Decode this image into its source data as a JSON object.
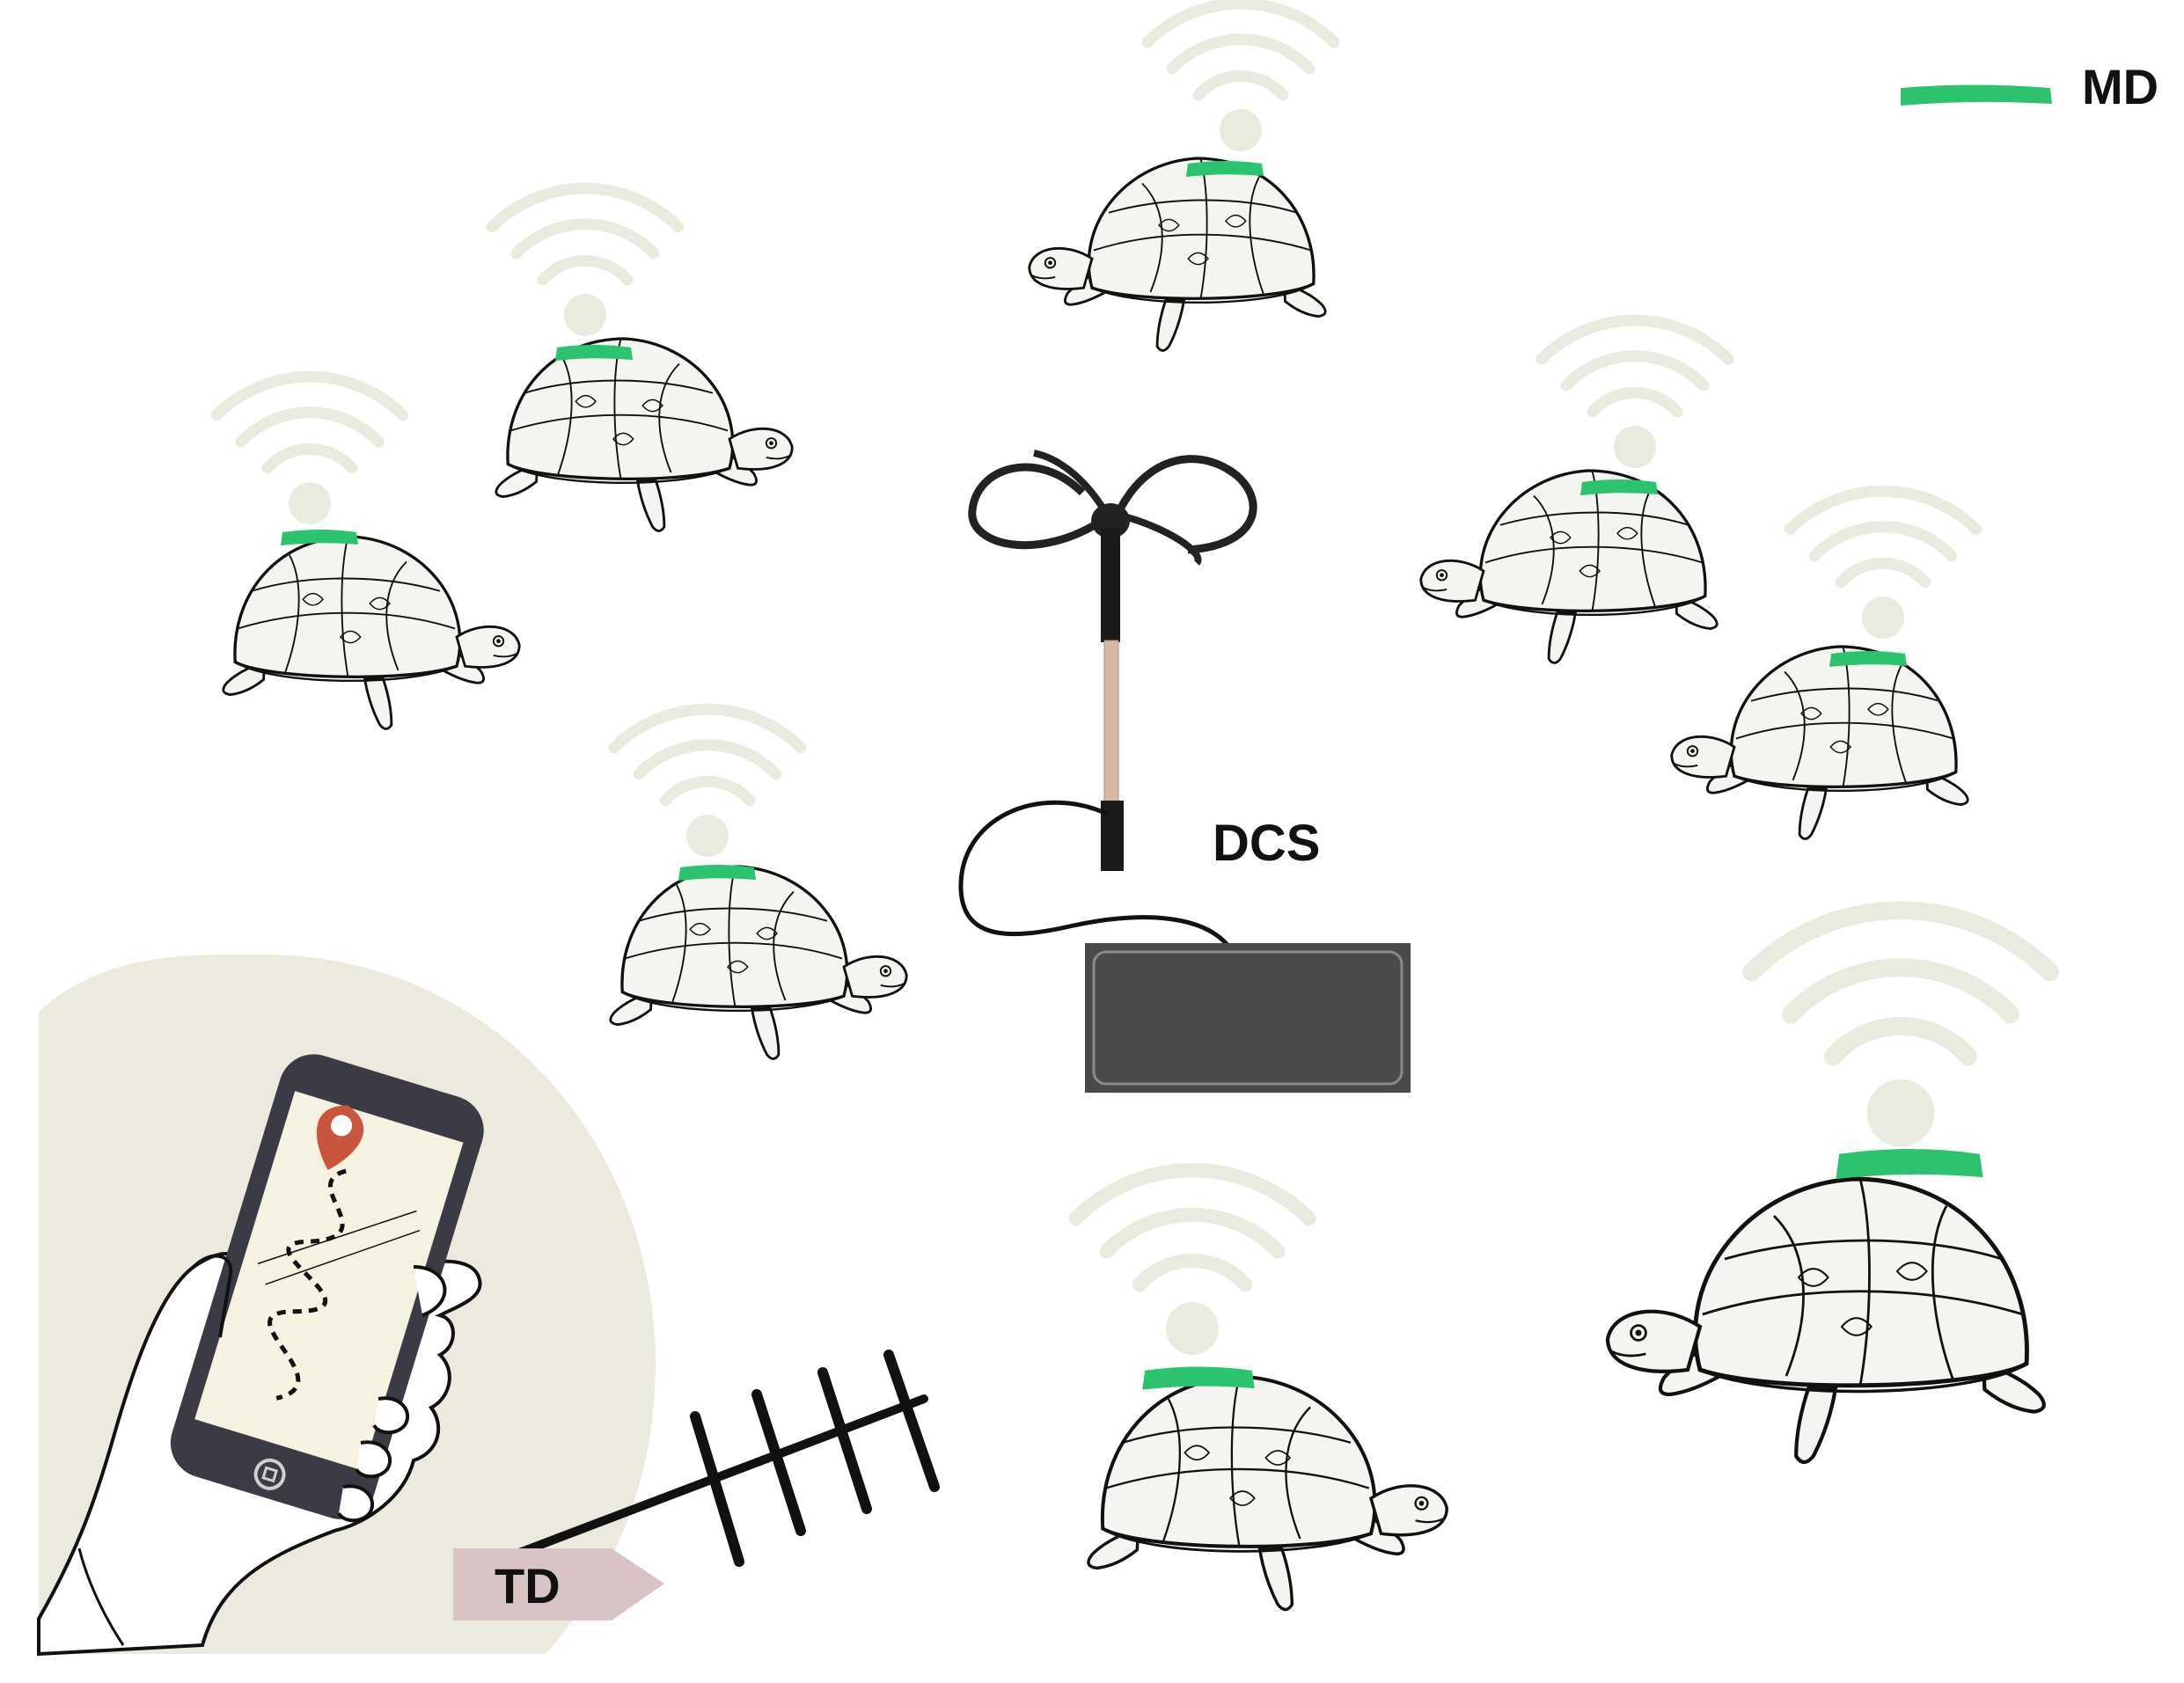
{
  "labels": {
    "legend": "MD",
    "station": "DCS",
    "tracker": "TD"
  },
  "colors": {
    "md_tag": "#2dc26e",
    "wifi": "#ebeadf",
    "phone_circle": "#eceadf",
    "tracker_tag": "#d8c4c4",
    "receiver_box": "#4a4a4c",
    "pin": "#c8553d",
    "outline": "#111111",
    "shell": "#f4f4f0"
  },
  "icons": {
    "animal": "turtle-icon",
    "signal": "wifi-signal-icon",
    "tag": "md-tag",
    "station_antenna": "clover-antenna-icon",
    "receiver": "receiver-box",
    "phone": "smartphone-icon",
    "hand": "hand-icon",
    "pin": "location-pin-icon",
    "yagi": "yagi-antenna-icon"
  }
}
